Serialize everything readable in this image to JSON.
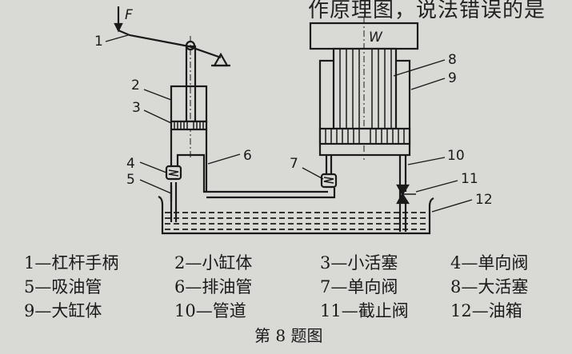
{
  "question_fragment": "作原理图，说法错误的是",
  "diagram": {
    "force_label": "F",
    "weight_label": "W",
    "part_numbers": [
      "1",
      "2",
      "3",
      "4",
      "5",
      "6",
      "7",
      "8",
      "9",
      "10",
      "11",
      "12"
    ]
  },
  "legend": [
    [
      "1—杠杆手柄",
      "2—小缸体",
      "3—小活塞",
      "4—单向阀"
    ],
    [
      "5—吸油管",
      "6—排油管",
      "7—单向阀",
      "8—大活塞"
    ],
    [
      "9—大缸体",
      "10—管道",
      "11—截止阀",
      "12—油箱"
    ]
  ],
  "caption": "第 8 题图"
}
